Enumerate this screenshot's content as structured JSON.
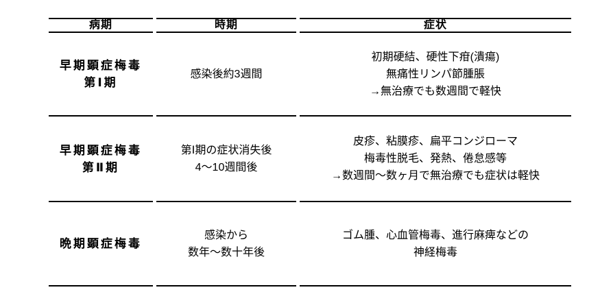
{
  "page": {
    "background_color": "#ffffff",
    "text_color": "#000000",
    "rule_color": "#000000"
  },
  "table": {
    "headers": [
      "病期",
      "時期",
      "症状"
    ],
    "rows": [
      {
        "stage": [
          "早期顕症梅毒",
          "第Ⅰ期"
        ],
        "timing": [
          "感染後約3週間"
        ],
        "symptoms": [
          "初期硬結、硬性下疳(潰瘍)",
          "無痛性リンパ節腫脹",
          "→無治療でも数週間で軽快"
        ]
      },
      {
        "stage": [
          "早期顕症梅毒",
          "第Ⅱ期"
        ],
        "timing": [
          "第Ⅰ期の症状消失後",
          "4～10週間後"
        ],
        "symptoms": [
          "皮疹、粘膜疹、扁平コンジローマ",
          "梅毒性脱毛、発熱、倦怠感等",
          "→数週間～数ヶ月で無治療でも症状は軽快"
        ]
      },
      {
        "stage": [
          "晩期顕症梅毒"
        ],
        "timing": [
          "感染から",
          "数年～数十年後"
        ],
        "symptoms": [
          "ゴム腫、心血管梅毒、進行麻痺などの",
          "神経梅毒"
        ]
      }
    ]
  }
}
